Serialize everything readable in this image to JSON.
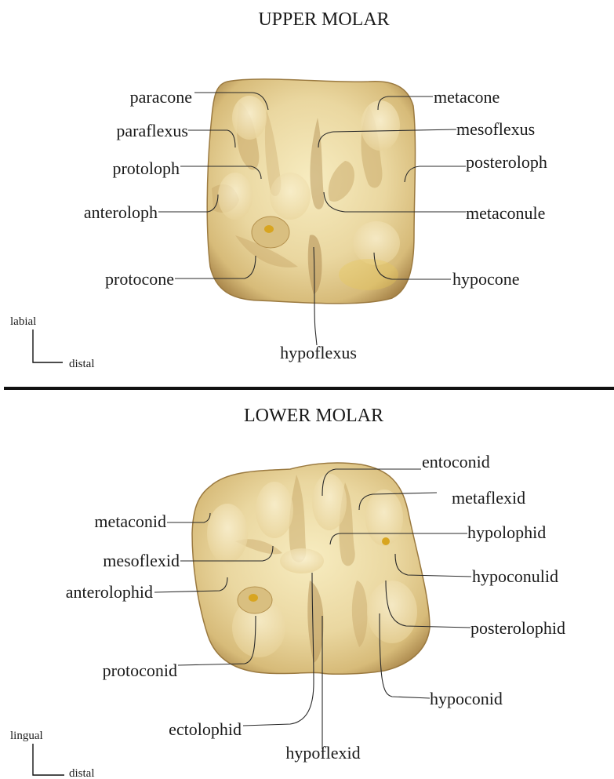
{
  "upper": {
    "title": "UPPER MOLAR",
    "labels": {
      "paracone": "paracone",
      "paraflexus": "paraflexus",
      "protoloph": "protoloph",
      "anteroloph": "anteroloph",
      "protocone": "protocone",
      "metacone": "metacone",
      "mesoflexus": "mesoflexus",
      "posteroloph": "posteroloph",
      "metaconule": "metaconule",
      "hypocone": "hypocone",
      "hypoflexus": "hypoflexus"
    },
    "orientation": {
      "vertical": "labial",
      "horizontal": "distal"
    }
  },
  "lower": {
    "title": "LOWER MOLAR",
    "labels": {
      "entoconid": "entoconid",
      "metaflexid": "metaflexid",
      "hypolophid": "hypolophid",
      "hypoconulid": "hypoconulid",
      "posterolophid": "posterolophid",
      "hypoconid": "hypoconid",
      "metaconid": "metaconid",
      "mesoflexid": "mesoflexid",
      "anterolophid": "anterolophid",
      "protoconid": "protoconid",
      "ectolophid": "ectolophid",
      "hypoflexid": "hypoflexid"
    },
    "orientation": {
      "vertical": "lingual",
      "horizontal": "distal"
    }
  },
  "colors": {
    "enamel_light": "#f4e7b3",
    "enamel_mid": "#e2cb86",
    "enamel_dark": "#b89451",
    "crown_edge": "#8a6a36"
  }
}
